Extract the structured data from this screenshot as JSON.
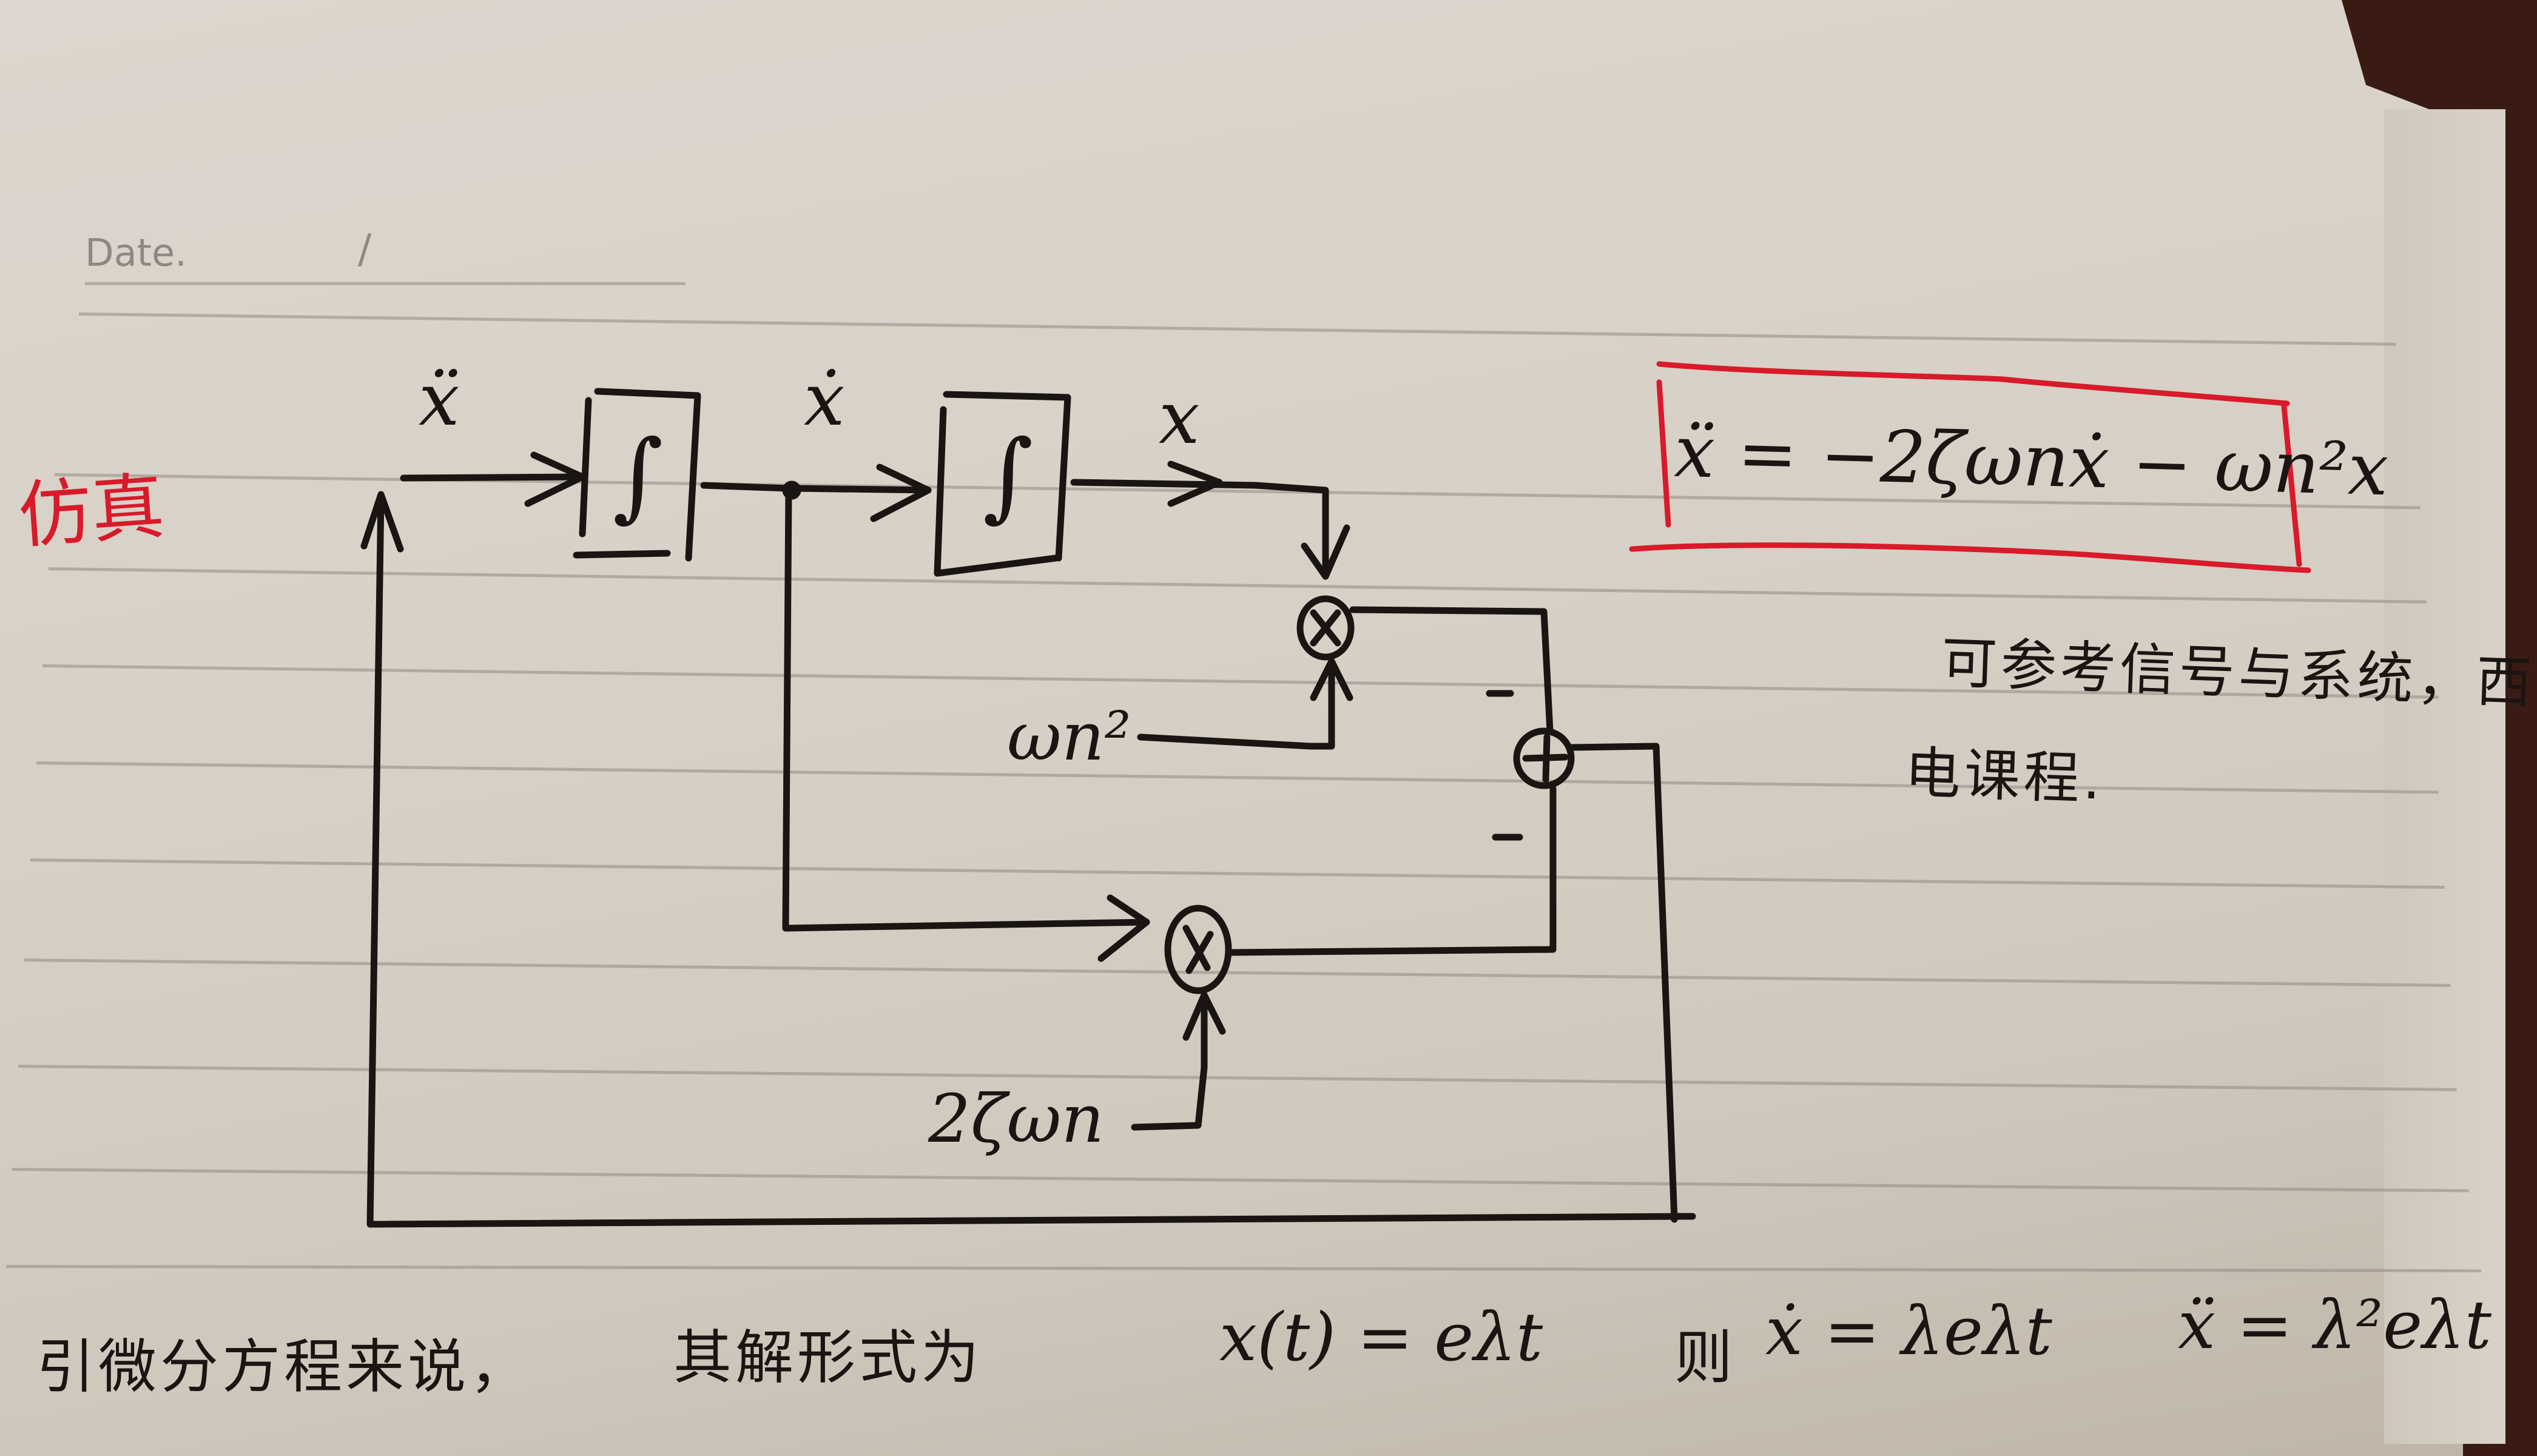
{
  "notebook": {
    "date_label": "Date.",
    "date_separator": "/"
  },
  "heading": {
    "label": "仿真",
    "color": "#d81a2a"
  },
  "diagram": {
    "signals": {
      "input": "ẍ",
      "mid": "ẋ",
      "output": "x"
    },
    "blocks": [
      {
        "id": "integrator-1",
        "symbol": "∫"
      },
      {
        "id": "integrator-2",
        "symbol": "∫"
      }
    ],
    "multipliers": [
      {
        "id": "mult-top",
        "symbol": "×",
        "gain": "ωn²"
      },
      {
        "id": "mult-bottom",
        "symbol": "×",
        "gain": "2ζωn"
      }
    ],
    "summer": {
      "symbol": "+",
      "sign_top": "−",
      "sign_bottom": "−"
    }
  },
  "equation": {
    "text": "ẍ = −2ζωnẋ − ωn²x",
    "box_color": "#d81a2a"
  },
  "side_note": {
    "line1": "可参考信号与系统，西",
    "line2": "电课程."
  },
  "bottom_line": {
    "text_cn": "引微分方程来说，",
    "text_cn2": "其解形式为",
    "eq1": "x(t) = e^{λt}",
    "eq1_display": "x(t) = eλt",
    "word_then": "则",
    "eq2_display": "ẋ = λeλt",
    "eq3_display": "ẍ = λ²eλt"
  },
  "colors": {
    "ink": "#1a1412",
    "paper": "#d8d2c8",
    "red_pen": "#d81a2a",
    "background": "#3a1b14"
  }
}
